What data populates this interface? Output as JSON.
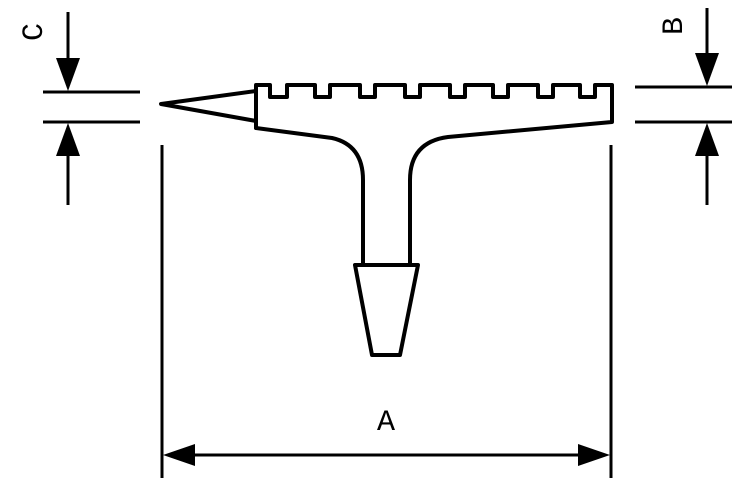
{
  "labels": {
    "a": "A",
    "b": "B",
    "c": "C"
  },
  "colors": {
    "stroke": "#000000",
    "background": "#ffffff"
  }
}
